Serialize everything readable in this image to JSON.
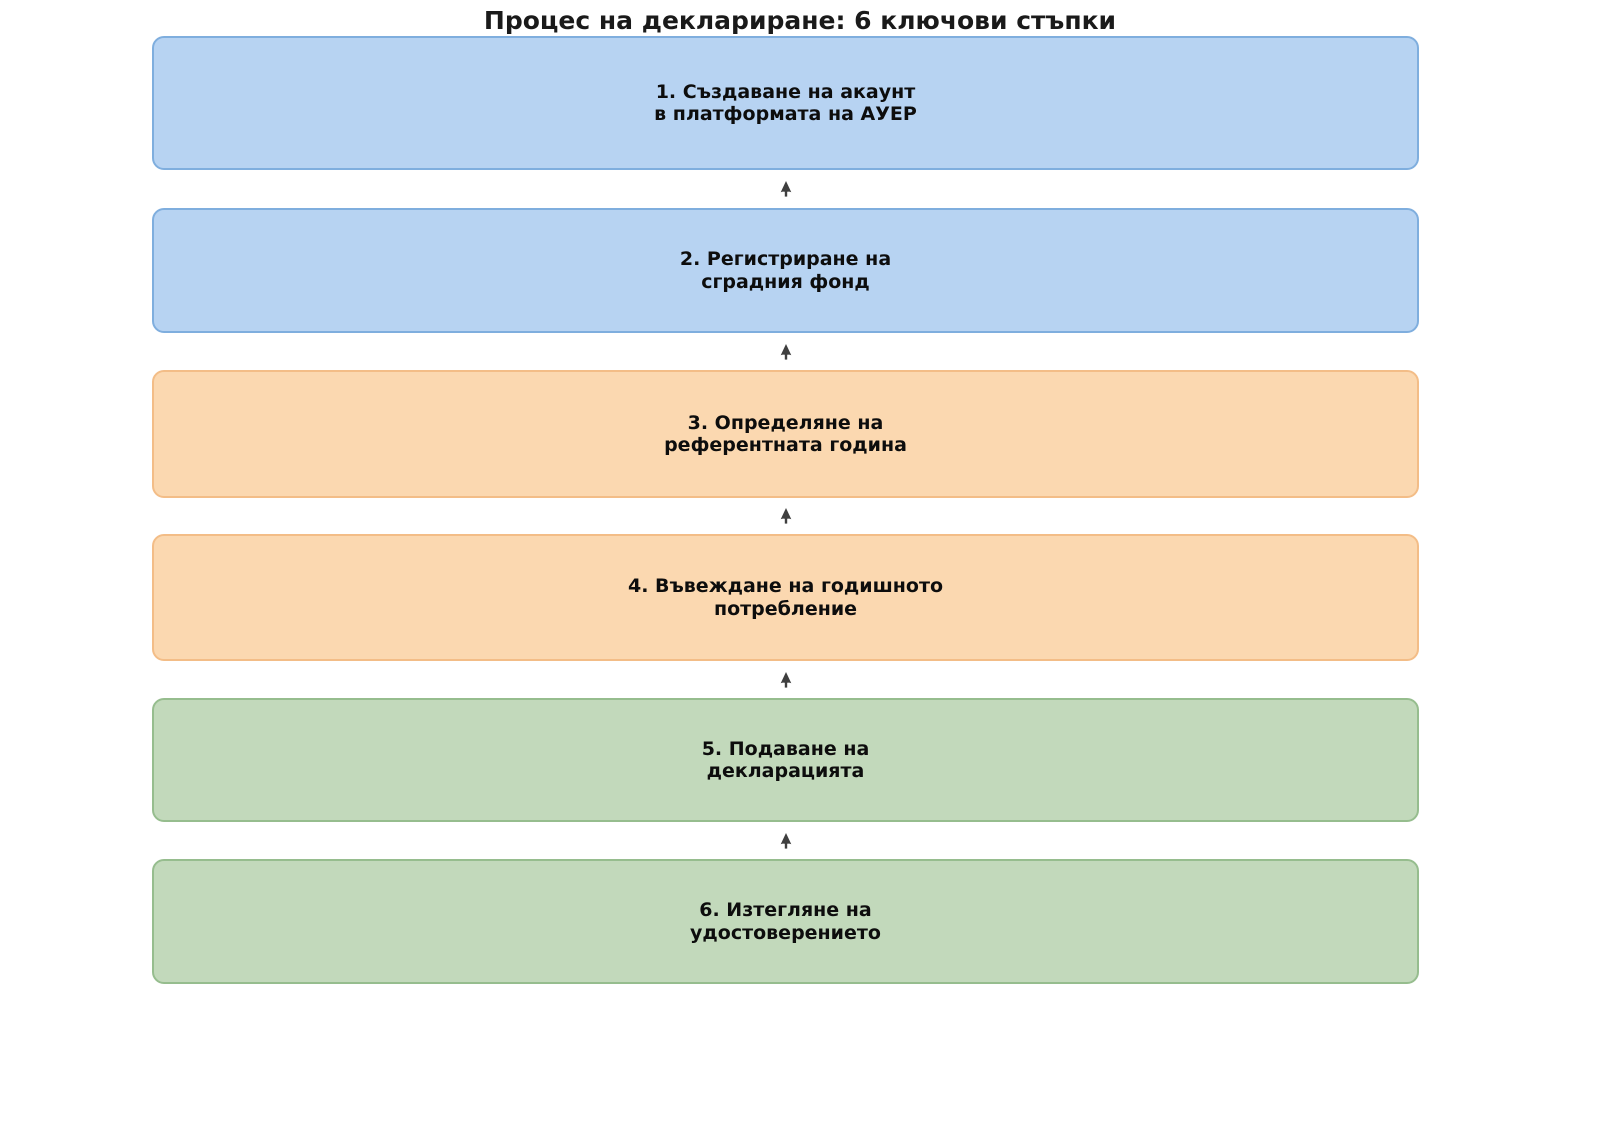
{
  "chart_data": {
    "type": "diagram",
    "subtype": "vertical-flowchart",
    "title": "Процес на деклариране: 6 ключови стъпки",
    "orientation": "bottom-to-top-arrows",
    "connector_icon": "arrow-up-icon",
    "connector_color": "#3f3f3f",
    "steps": [
      {
        "number": 1,
        "label": "1. Създаване на акаунт\nв платформата на АУЕР",
        "group": "registration",
        "fill": "#b7d3f2",
        "stroke": "#7faede",
        "height": 134
      },
      {
        "number": 2,
        "label": "2. Регистриране на\nсградния фонд",
        "group": "registration",
        "fill": "#b7d3f2",
        "stroke": "#7faede",
        "height": 125
      },
      {
        "number": 3,
        "label": "3. Определяне на\nреферентната година",
        "group": "data-entry",
        "fill": "#fbd8b0",
        "stroke": "#f3bd87",
        "height": 128
      },
      {
        "number": 4,
        "label": "4. Въвеждане на годишното\nпотребление",
        "group": "data-entry",
        "fill": "#fbd8b0",
        "stroke": "#f3bd87",
        "height": 127
      },
      {
        "number": 5,
        "label": "5. Подаване на\nдекларацията",
        "group": "submission",
        "fill": "#c2d9bb",
        "stroke": "#96bd8e",
        "height": 124
      },
      {
        "number": 6,
        "label": "6. Изтегляне на\nудостоверението",
        "group": "submission",
        "fill": "#c2d9bb",
        "stroke": "#96bd8e",
        "height": 125
      }
    ],
    "legend": [],
    "colors": {
      "blue": "#b7d3f2",
      "blue_border": "#7faede",
      "orange": "#fbd8b0",
      "orange_border": "#f3bd87",
      "green": "#c2d9bb",
      "green_border": "#96bd8e",
      "background": "#ffffff",
      "text": "#0d0d0d"
    }
  }
}
